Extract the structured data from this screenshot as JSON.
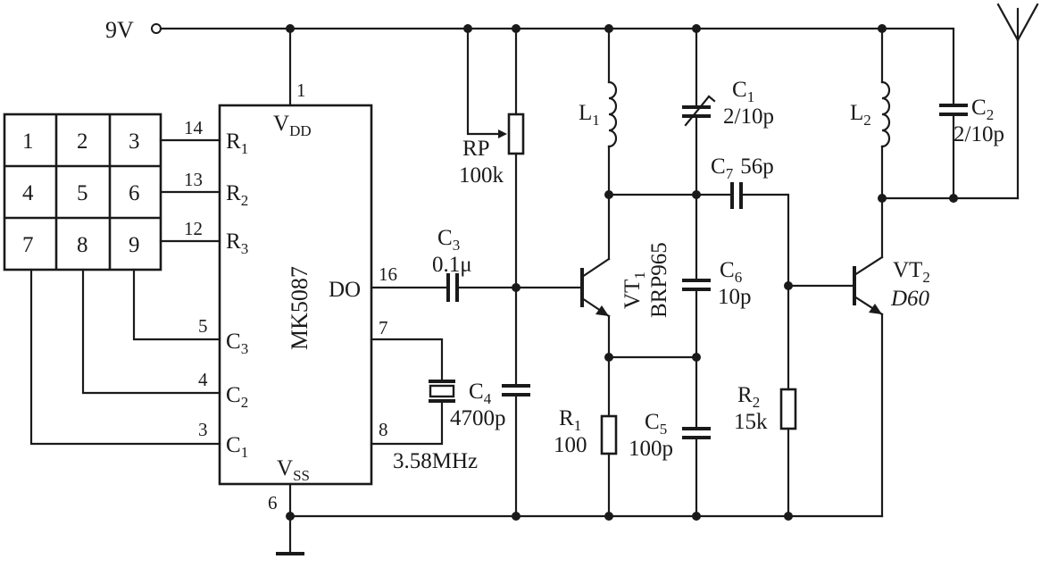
{
  "supply": {
    "label": "9V"
  },
  "keypad": {
    "keys": [
      "1",
      "2",
      "3",
      "4",
      "5",
      "6",
      "7",
      "8",
      "9"
    ]
  },
  "ic": {
    "name": "MK5087",
    "pins": {
      "vdd": {
        "num": "1",
        "label": "V",
        "sub": "DD"
      },
      "r1": {
        "num": "14",
        "label": "R",
        "sub": "1"
      },
      "r2": {
        "num": "13",
        "label": "R",
        "sub": "2"
      },
      "r3": {
        "num": "12",
        "label": "R",
        "sub": "3"
      },
      "c3": {
        "num": "5",
        "label": "C",
        "sub": "3"
      },
      "c2": {
        "num": "4",
        "label": "C",
        "sub": "2"
      },
      "c1": {
        "num": "3",
        "label": "C",
        "sub": "1"
      },
      "vss": {
        "num": "6",
        "label": "V",
        "sub": "SS"
      },
      "do": {
        "num": "16",
        "label": "DO"
      },
      "osc1": {
        "num": "7"
      },
      "osc2": {
        "num": "8"
      }
    }
  },
  "components": {
    "rp": {
      "name": "RP",
      "value": "100k"
    },
    "c3": {
      "name": "C",
      "sub": "3",
      "value": "0.1μ"
    },
    "c4": {
      "name": "C",
      "sub": "4",
      "value": "4700p"
    },
    "crystal": {
      "value": "3.58MHz"
    },
    "l1": {
      "name": "L",
      "sub": "1"
    },
    "c1": {
      "name": "C",
      "sub": "1",
      "value": "2/10p"
    },
    "vt1": {
      "name": "VT",
      "sub": "1",
      "model": "BRP965"
    },
    "c6": {
      "name": "C",
      "sub": "6",
      "value": "10p"
    },
    "c5": {
      "name": "C",
      "sub": "5",
      "value": "100p"
    },
    "r1": {
      "name": "R",
      "sub": "1",
      "value": "100"
    },
    "c7": {
      "name": "C",
      "sub": "7",
      "value": "56p"
    },
    "r2": {
      "name": "R",
      "sub": "2",
      "value": "15k"
    },
    "l2": {
      "name": "L",
      "sub": "2"
    },
    "c2": {
      "name": "C",
      "sub": "2",
      "value": "2/10p"
    },
    "vt2": {
      "name": "VT",
      "sub": "2",
      "model": "D60"
    }
  }
}
